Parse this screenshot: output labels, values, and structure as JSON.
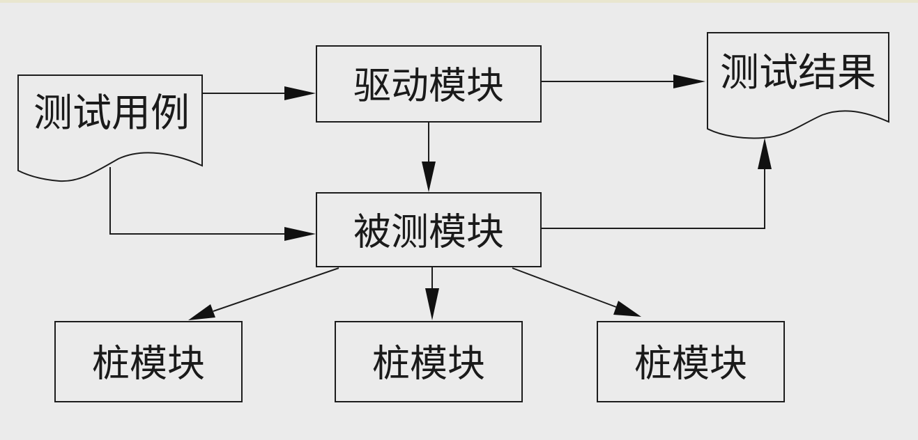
{
  "nodes": {
    "test_cases": "测试用例",
    "driver_module": "驱动模块",
    "test_result": "测试结果",
    "module_under_test": "被测模块",
    "stub_1": "桩模块",
    "stub_2": "桩模块",
    "stub_3": "桩模块"
  }
}
